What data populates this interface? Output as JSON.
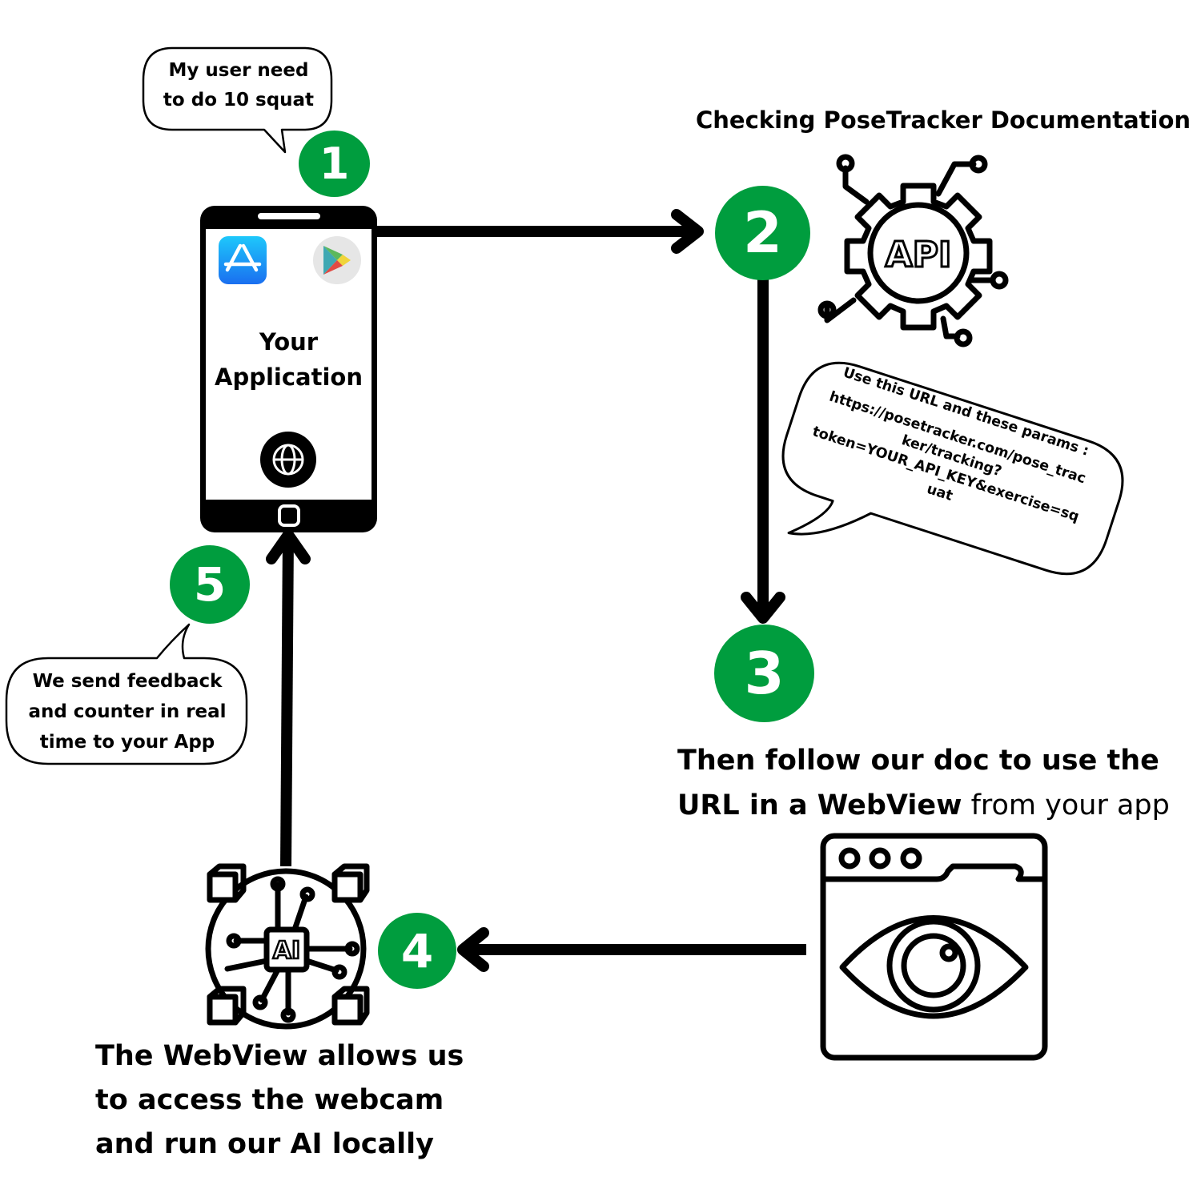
{
  "colors": {
    "step_green": "#009d3e",
    "ink": "#000000",
    "background": "#ffffff",
    "appstore_blue_top": "#1ec8fb",
    "appstore_blue_bottom": "#1a6ff0",
    "playstore_bg": "#e6e6e6"
  },
  "steps": [
    {
      "number": "1",
      "label": "step-1"
    },
    {
      "number": "2",
      "label": "step-2"
    },
    {
      "number": "3",
      "label": "step-3"
    },
    {
      "number": "4",
      "label": "step-4"
    },
    {
      "number": "5",
      "label": "step-5"
    }
  ],
  "phone": {
    "title_line1": "Your",
    "title_line2": "Application",
    "icons": [
      "app-store-icon",
      "google-play-icon",
      "globe-icon"
    ]
  },
  "bubbles": {
    "step1": {
      "line1": "My user need",
      "line2": "to do 10 squat"
    },
    "step2_url": {
      "line1": "Use this URL and these params :",
      "line2": "https://posetracker.com/pose_trac",
      "line3": "ker/tracking?",
      "line4": "token=YOUR_API_KEY&exercise=sq",
      "line5": "uat"
    },
    "step5": {
      "line1": "We send feedback",
      "line2": "and counter in real",
      "line3": "time to your App"
    }
  },
  "captions": {
    "step2_title": "Checking PoseTracker Documentation",
    "step3_bold_line1": "Then follow our doc to use the",
    "step3_bold_line2": "URL in a WebView",
    "step3_regular_line2": " from your app",
    "step4_line1": "The WebView allows us",
    "step4_line2": "to access the webcam",
    "step4_line3": "and run our AI locally"
  },
  "icon_labels": {
    "api": "API",
    "ai": "AI"
  }
}
